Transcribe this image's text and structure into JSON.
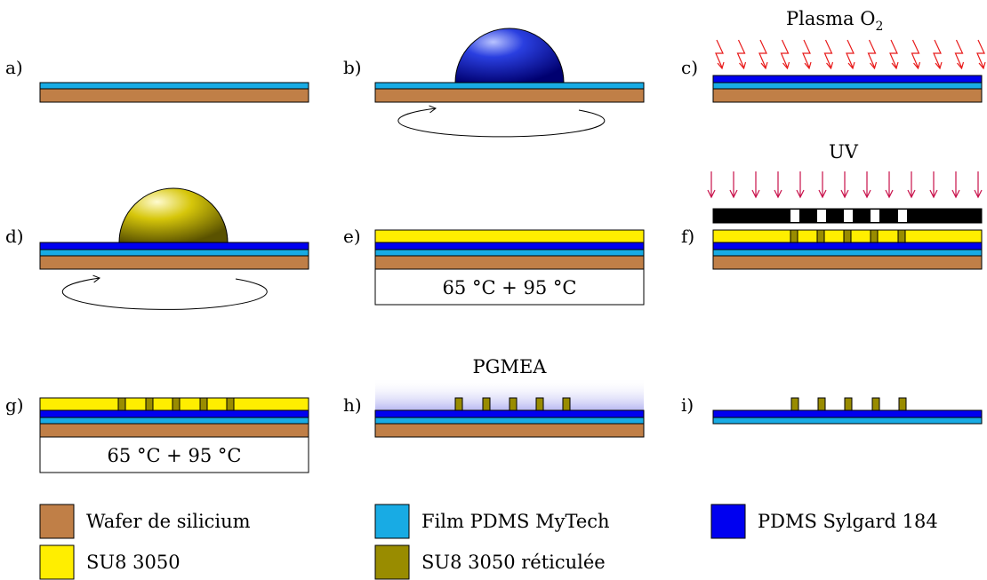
{
  "panels": {
    "a": {
      "label": "a)"
    },
    "b": {
      "label": "b)"
    },
    "c": {
      "label": "c)",
      "caption": "Plasma O",
      "caption_sub": "2"
    },
    "d": {
      "label": "d)"
    },
    "e": {
      "label": "e)",
      "bake": "65 °C + 95 °C"
    },
    "f": {
      "label": "f)",
      "caption": "UV"
    },
    "g": {
      "label": "g)",
      "bake": "65 °C + 95 °C"
    },
    "h": {
      "label": "h)",
      "caption": "PGMEA"
    },
    "i": {
      "label": "i)"
    }
  },
  "legend": [
    {
      "label": "Wafer de silicium",
      "color": "#c07f47"
    },
    {
      "label": "Film PDMS MyTech",
      "color": "#18abe4"
    },
    {
      "label": "PDMS Sylgard 184",
      "color": "#0000f0"
    },
    {
      "label": "SU8 3050",
      "color": "#ffee00"
    },
    {
      "label": "SU8 3050 réticulée",
      "color": "#998c00"
    }
  ],
  "colors": {
    "wafer": "#c07f47",
    "film": "#18abe4",
    "pdms": "#0000f0",
    "su8": "#ffee00",
    "su8_cured": "#998c00",
    "plasma_arrow": "#e81a1a",
    "uv_arrow": "#c8104a",
    "mask": "#000000"
  },
  "icons": {
    "spin": "spin-rotation-arrow-icon",
    "drop_pdms": "pdms-drop-icon",
    "drop_su8": "su8-drop-icon",
    "plasma": "plasma-lightning-arrow-icon",
    "uv": "uv-arrow-icon"
  }
}
